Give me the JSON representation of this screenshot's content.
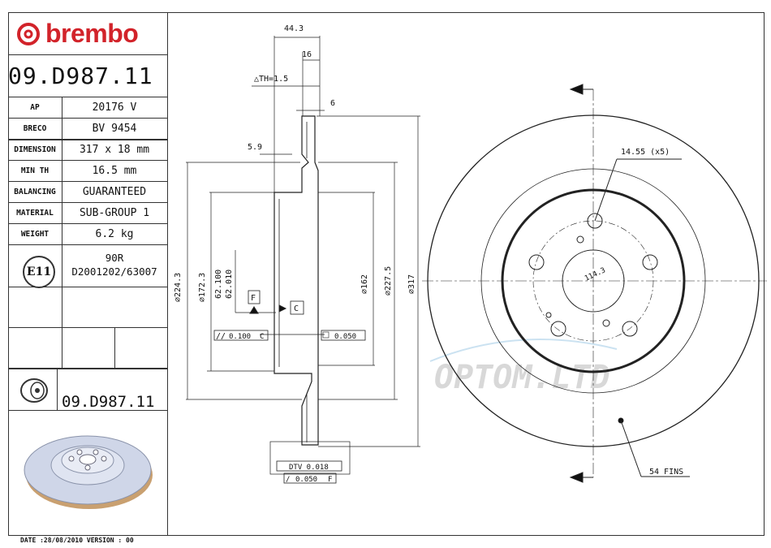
{
  "brand": {
    "name": "brembo",
    "color": "#d2232a"
  },
  "part_number": "09.D987.11",
  "specs": [
    {
      "label": "AP",
      "value": "20176 V"
    },
    {
      "label": "BRECO",
      "value": "BV 9454"
    },
    {
      "label": "DIMENSION",
      "value": "317 x 18 mm"
    },
    {
      "label": "MIN TH",
      "value": "16.5 mm"
    },
    {
      "label": "BALANCING",
      "value": "GUARANTEED"
    },
    {
      "label": "MATERIAL",
      "value": "SUB-GROUP 1"
    },
    {
      "label": "WEIGHT",
      "value": "6.2 kg"
    }
  ],
  "homologation": {
    "mark": "E11",
    "line1": "90R",
    "line2": "D2001202/63007"
  },
  "footer": "DATE :28/08/2010 VERSION : 00",
  "watermark": "OPTOM.LTD",
  "dimensions": {
    "overall_width": "44.3",
    "width_16": "16",
    "delta_th": "△TH=1.5",
    "d6": "6",
    "d59": "5.9",
    "dia_224": "⌀224.3",
    "dia_172": "⌀172.3",
    "dia_62a": "62.100",
    "dia_62b": "62.010",
    "dia_162": "⌀162",
    "dia_227": "⌀227.5",
    "dia_317": "⌀317",
    "datum_f": "F",
    "datum_c": "C",
    "tol_parallel": "0.100",
    "tol_parallel_ref": "C",
    "tol_flat": "0.050",
    "dtv": "DTV 0.018",
    "runout": "0.050",
    "runout_ref": "F",
    "bolt_hole": "14.55 (x5)",
    "pcd": "114.3",
    "fins": "54 FINS"
  }
}
